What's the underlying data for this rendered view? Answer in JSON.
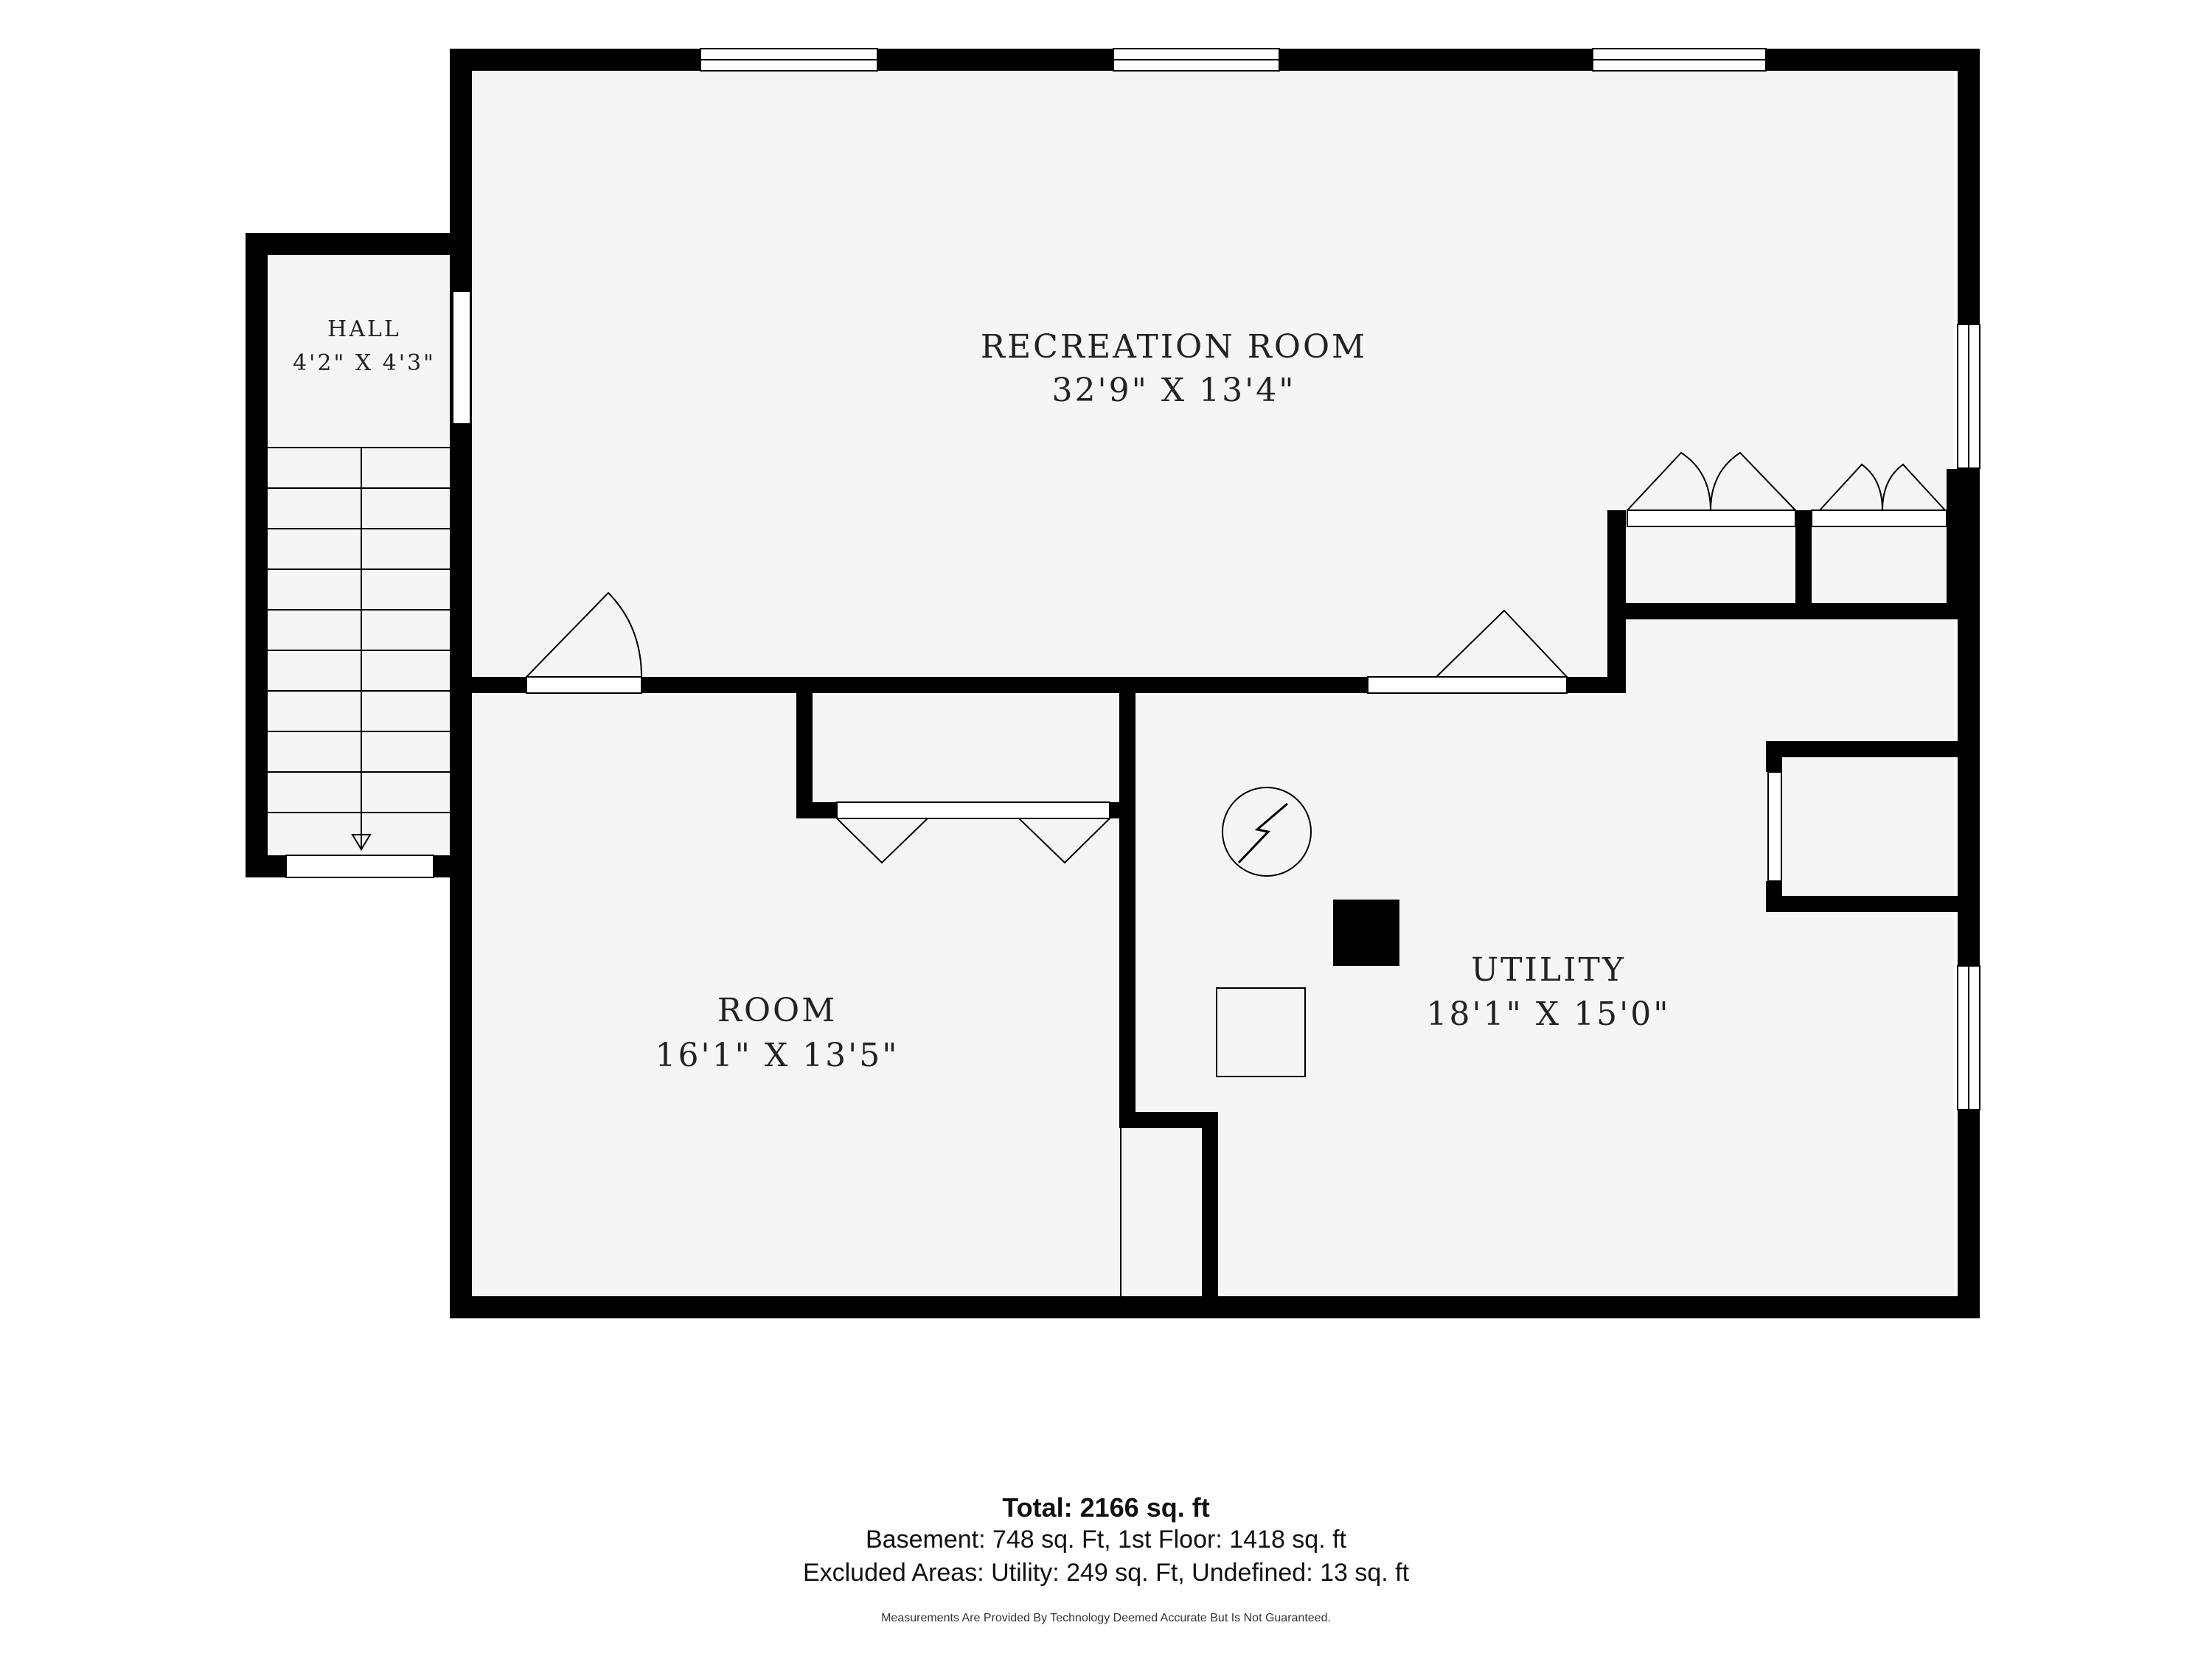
{
  "rooms": {
    "hall": {
      "name": "HALL",
      "dims": "4'2\" X 4'3\""
    },
    "recreation": {
      "name": "RECREATION ROOM",
      "dims": "32'9\" X 13'4\""
    },
    "room": {
      "name": "ROOM",
      "dims": "16'1\" X 13'5\""
    },
    "utility": {
      "name": "UTILITY",
      "dims": "18'1\" X 15'0\""
    }
  },
  "summary": {
    "total": "Total: 2166 sq. ft",
    "line1": "Basement: 748 sq. Ft, 1st Floor: 1418 sq. ft",
    "line2": "Excluded Areas: Utility: 249 sq. Ft, Undefined: 13 sq. ft",
    "disclaimer": "Measurements Are Provided By Technology Deemed Accurate But Is Not Guaranteed."
  },
  "colors": {
    "wall": "#000000",
    "floor": "#f5f5f5",
    "text": "#222222"
  }
}
